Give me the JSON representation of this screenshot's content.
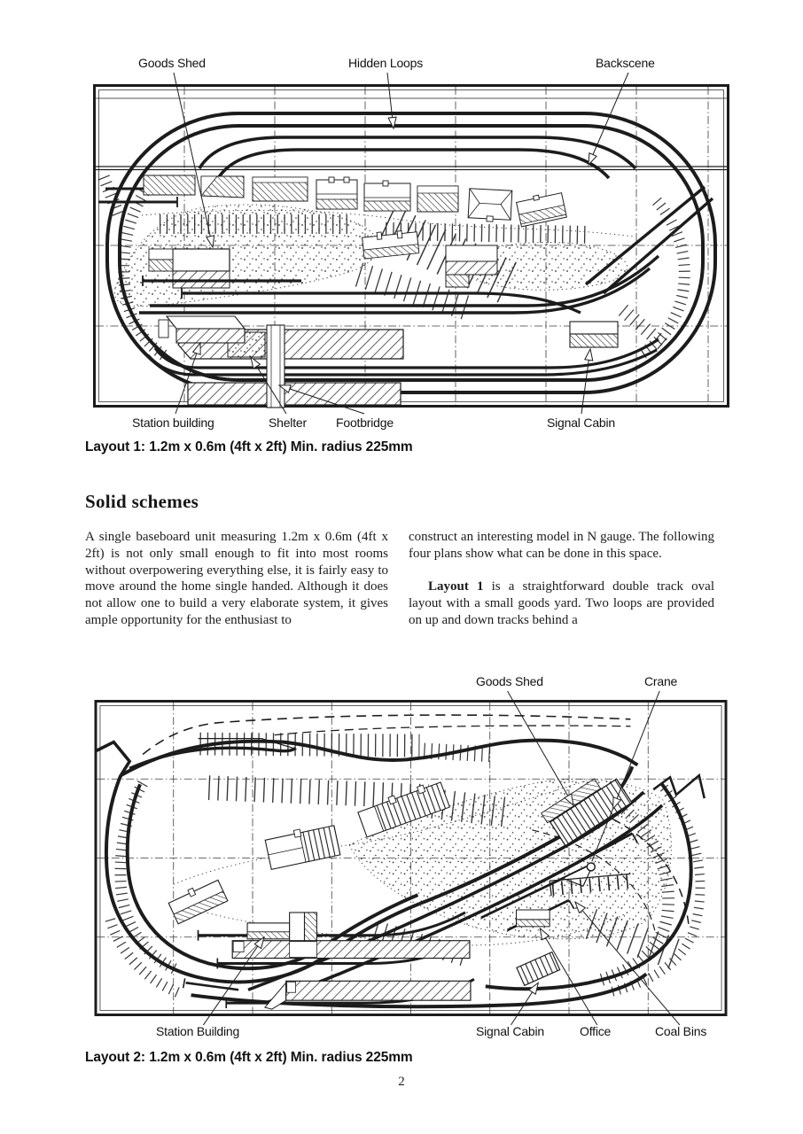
{
  "colors": {
    "ink": "#1c1c1c",
    "paper": "#ffffff"
  },
  "page_number": "2",
  "figure1": {
    "labels_top": [
      "Goods Shed",
      "Hidden Loops",
      "Backscene"
    ],
    "labels_bottom": [
      "Station building",
      "Shelter",
      "Footbridge",
      "Signal Cabin"
    ],
    "caption": "Layout 1: 1.2m x 0.6m (4ft x 2ft) Min. radius 225mm"
  },
  "section": {
    "heading": "Solid schemes",
    "col_left_paragraph": "A single baseboard unit measuring 1.2m x 0.6m (4ft x 2ft) is not only small enough to fit into most rooms without overpowering everything else, it is fairly easy to move around the home single handed. Although it does not allow one to build a very elaborate system, it gives ample opportunity for the enthusiast to",
    "col_right_paragraph1": "construct an interesting model in N gauge. The following four plans show what can be done in this space.",
    "col_right_paragraph2_lead": "Layout 1",
    "col_right_paragraph2_rest": " is a straightforward double track oval layout with a small goods yard. Two loops are provided on up and down tracks behind a"
  },
  "figure2": {
    "labels_top": [
      "Goods Shed",
      "Crane"
    ],
    "labels_bottom": [
      "Station Building",
      "Signal Cabin",
      "Office",
      "Coal Bins"
    ],
    "caption": "Layout 2: 1.2m x 0.6m (4ft x 2ft) Min. radius 225mm"
  }
}
